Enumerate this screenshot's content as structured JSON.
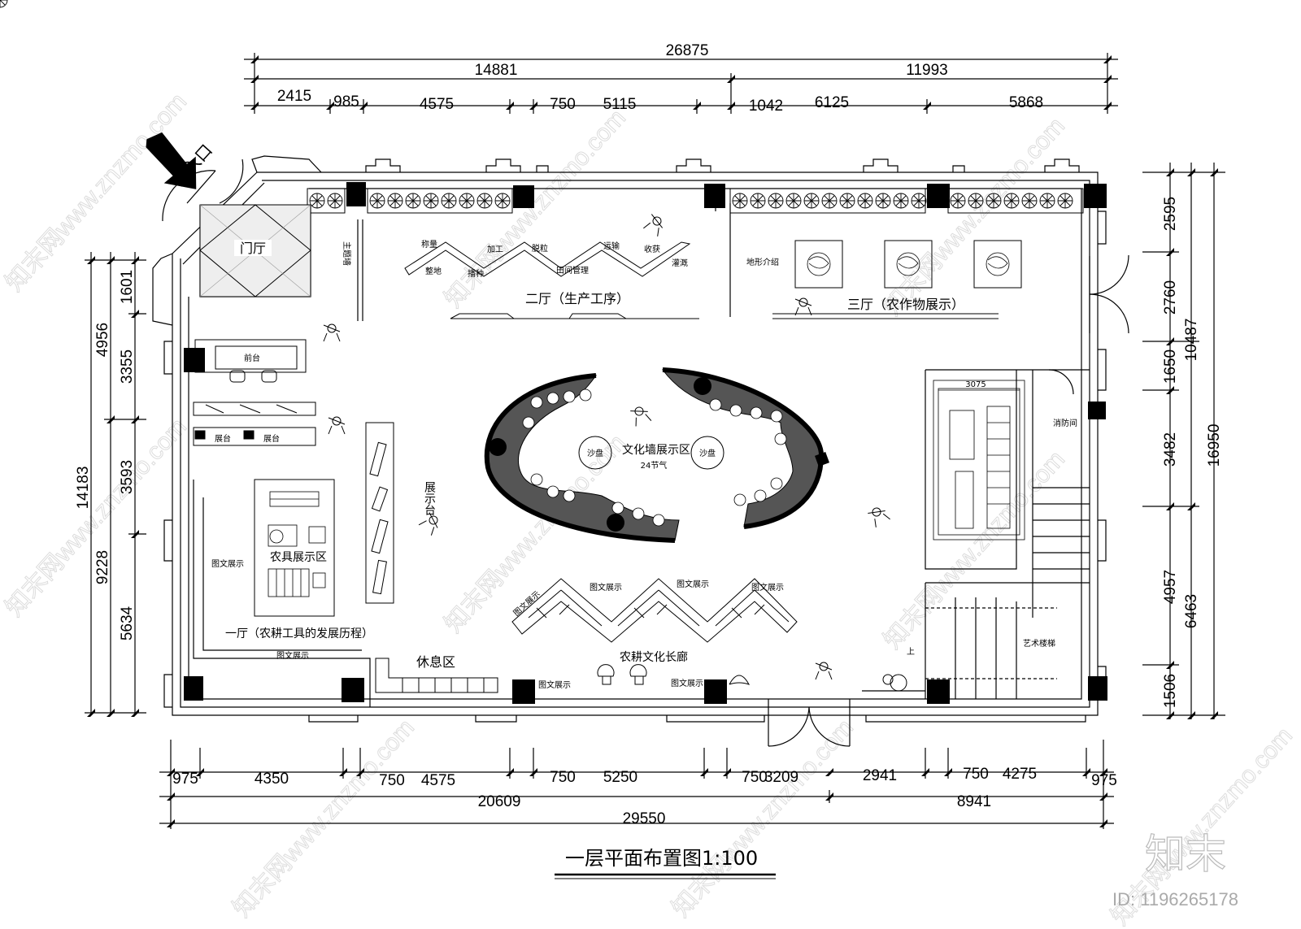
{
  "title": "一层平面布置图1:100",
  "entrance_label": "主入口",
  "dims_top": {
    "total": "26875",
    "part_a": "14881",
    "part_b": "11993",
    "segments": [
      "2415",
      "985",
      "4575",
      "750",
      "5115",
      "1042",
      "6125",
      "5868"
    ]
  },
  "dims_bottom": {
    "total": "29550",
    "part_a": "20609",
    "part_b": "8941",
    "segments": [
      "975",
      "4350",
      "750",
      "4575",
      "750",
      "5250",
      "750",
      "3209",
      "2941",
      "750",
      "4275",
      "975"
    ]
  },
  "dims_left": {
    "total": "14183",
    "part_a": "4956",
    "part_b": "9228",
    "segments": [
      "1601",
      "3355",
      "3593",
      "5634"
    ]
  },
  "dims_right": {
    "total": "16950",
    "part_a": "10487",
    "part_b": "6463",
    "segments": [
      "2595",
      "2760",
      "1650",
      "3482",
      "4957",
      "1506"
    ]
  },
  "rooms": {
    "lobby": "门厅",
    "main_wall": "主题墙",
    "reception": "前台",
    "display_stand": "展台",
    "display_stand_2": "展台",
    "display_platform": "展示台",
    "farm_tools_zone": "农具展示区",
    "hall1": "一厅（农耕工具的发展历程）",
    "hall1_graphic_a": "图文展示",
    "hall1_graphic_b": "图文展示",
    "rest_area": "休息区",
    "hall2": "二厅（生产工序）",
    "hall3": "三厅（农作物展示）",
    "terrain": "地形介绍",
    "culture_wall": "文化墙展示区",
    "solar_terms": "24节气",
    "sand_table_a": "沙盘",
    "sand_table_b": "沙盘",
    "corridor": "农耕文化长廊",
    "corridor_graphic": "图文展示",
    "corridor_graphic_2": "图文展示",
    "corridor_graphic_3": "图文展示",
    "corridor_graphic_4": "图文展示",
    "corridor_graphic_5": "图文展示",
    "corridor_graphic_6": "图文展示",
    "fire_room": "消防间",
    "art_stairs": "艺术楼梯",
    "stair_up": "上",
    "stair_dim": "3075"
  },
  "process_steps": {
    "top": [
      "称量",
      "加工",
      "脱粒",
      "运输",
      "收获"
    ],
    "bottom": [
      "整地",
      "播种",
      "田间管理",
      "灌溉"
    ]
  },
  "watermark": {
    "brand": "知末",
    "id": "ID: 1196265178",
    "site": "www.znzmo.com",
    "site_cn": "知末网"
  }
}
